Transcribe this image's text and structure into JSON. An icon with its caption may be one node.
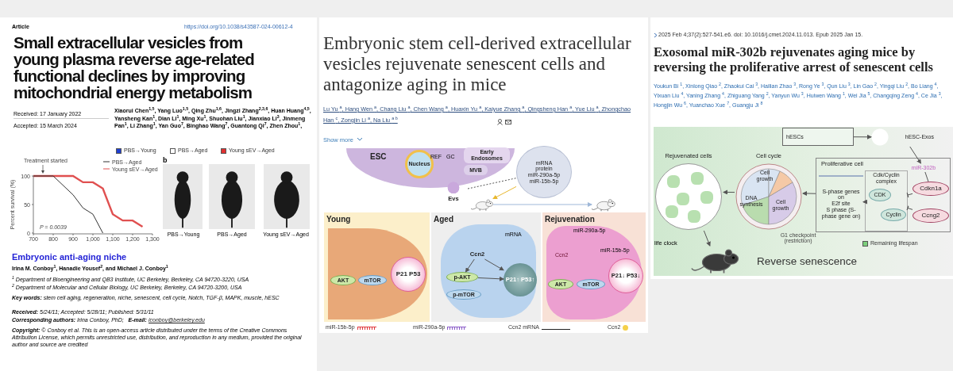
{
  "diagram": {
    "nodes": [
      {
        "text": [
          "ESC"
        ]
      },
      {
        "text": [
          "Nucleus"
        ],
        "in": 0
      },
      {
        "text": [
          "Early Endosomes"
        ],
        "in": 0
      },
      {
        "text": [
          "MVB"
        ],
        "in": 0
      },
      {
        "text": [
          "Evs"
        ]
      },
      {
        "text": [
          "mRNA",
          "protein",
          "miR-290a-5p",
          "miR-15b-5p"
        ]
      },
      {
        "text": [],
        "shape": "picture"
      },
      {
        "text": [],
        "shape": "picture"
      },
      {
        "text": [
          "Young"
        ]
      },
      {
        "text": [
          "AKT"
        ],
        "in": 8
      },
      {
        "text": [
          "mTOR"
        ],
        "in": 8
      },
      {
        "text": [
          "P21 P53"
        ],
        "in": 8
      },
      {
        "text": [
          "Aged"
        ]
      },
      {
        "text": [
          "Ccn2"
        ],
        "in": 12
      },
      {
        "text": [
          "p-AKT"
        ],
        "in": 12
      },
      {
        "text": [
          "p-mTOR"
        ],
        "in": 12
      },
      {
        "text": [
          "P21↑ P53↑"
        ],
        "in": 12
      },
      {
        "text": [
          "Rejuvenation"
        ]
      },
      {
        "text": [
          "AKT"
        ],
        "in": 17
      },
      {
        "text": [
          "mTOR"
        ],
        "in": 17
      },
      {
        "text": [
          "P21↓ P53↓"
        ],
        "in": 17
      },
      {
        "text": [
          "hESCs"
        ]
      },
      {
        "text": [
          "hESC-Exos"
        ]
      },
      {
        "text": [
          "Proliferative cell"
        ]
      },
      {
        "text": [
          "miR-302b"
        ],
        "in": 23
      },
      {
        "text": [
          "Cdk/Cyclin complex"
        ],
        "in": 23
      },
      {
        "text": [
          "CDK"
        ],
        "in": 25
      },
      {
        "text": [
          "Cyclin"
        ],
        "in": 25
      },
      {
        "text": [
          "Cdkn1a"
        ],
        "in": 23
      },
      {
        "text": [
          "Ccng2"
        ],
        "in": 23
      },
      {
        "text": [
          "S-phase genes",
          "on",
          "E2f site",
          "S phase (S-phase gene on)"
        ],
        "in": 23
      },
      {
        "text": [
          "Cell cycle"
        ]
      },
      {
        "text": [
          "Cell growth"
        ],
        "in": 31
      },
      {
        "text": [
          "DNA synthesis"
        ],
        "in": 31
      },
      {
        "text": [
          "Cell growth"
        ],
        "in": 31
      },
      {
        "text": [
          "Rejuvenated cells"
        ]
      },
      {
        "text": [],
        "shape": "picture"
      }
    ],
    "edges": [
      {
        "from": 4,
        "to": 5,
        "arrow": "none",
        "style": "dashed"
      },
      {
        "from": 5,
        "to": 6,
        "arrow": "to",
        "color": "#e8b830"
      },
      {
        "from": 6,
        "to": 7,
        "arrow": "to",
        "color": "#9fb8d8"
      },
      {
        "from": 13,
        "to": 14,
        "arrow": "to"
      },
      {
        "from": 13,
        "to": 16,
        "arrow": "to"
      },
      {
        "from": 14,
        "to": 16,
        "arrow": "to"
      },
      {
        "from": 21,
        "to": 22,
        "arrow": "to"
      },
      {
        "from": 22,
        "to": 24,
        "arrow": "to"
      },
      {
        "from": 24,
        "to": 28,
        "arrow": "none"
      },
      {
        "from": 28,
        "to": 25,
        "arrow": "other"
      },
      {
        "from": 29,
        "to": 25,
        "arrow": "other"
      },
      {
        "from": 25,
        "to": 30,
        "arrow": "to"
      },
      {
        "from": 23,
        "to": 31,
        "arrow": "to"
      },
      {
        "from": 31,
        "to": 35,
        "arrow": "to"
      },
      {
        "from": 35,
        "to": 36,
        "arrow": "to"
      }
    ],
    "labels": [
      "Article",
      "https://doi.org/10.1038/s43587-024-00612-4",
      "Small extracellular vesicles from young plasma reverse age-related functional declines by improving mitochondrial energy metabolism",
      "Received: 17 January 2022",
      "Accepted: 15 March 2024",
      "Xiaorui Chen$^{1,5}$, Yang Luo$^{1,5}$, Qing Zhu$^{1,6}$, Jingzi Zhang$^{2,3,6}$, Huan Huang$^{4,5}$, Yansheng Kan$^{1}$, Dian Li$^{1}$, Ming Xu$^{1}$, Shuohan Liu$^{1}$, Jianxiao Li$^{3}$, Jinmeng Pan$^{1}$, Li Zhang$^{1}$, Yan Guo$^{7}$, Binghao Wang$^{7}$, Guantong Qi$^{7}$, Zhen Zhou$^{1}$,",
      "b",
      "PBS→Young",
      "PBS→Aged",
      "Young sEV→Aged",
      "Embryonic anti-aging niche",
      "Irina M. Conboy$^{1}$, Hanadie Yousef$^{2}$, and Michael J. Conboy$^{1}$",
      "$^{1}$ Department of Bioengineering and QB3 Institute, UC Berkeley, Berkeley, CA 94720-3220, USA",
      "$^{2}$ Department of Molecular and Cellular Biology, UC Berkeley, Berkeley, CA 94720-3200, USA",
      "**Key words:** stem cell aging, regeneration, niche, senescent, cell cycle, Notch, TGF-β, MAPK, muscle, hESC",
      "**Received:** 5/24/11; Accepted: 5/28/11; Published: 5/31/11",
      "**Corresponding authors:** Irina Conboy, PhD;   **E-mail:**",
      "iconboy@berkeley.edu",
      "**Copyright:** © Conboy et al. This is an open-access article distributed under the terms of the Creative Commons Attribution License, which permits unrestricted use, distribution, and reproduction in any medium, provided the original author and source are credited",
      "Embryonic stem cell-derived extracellular vesicles rejuvenate senescent cells and antagonize aging in mice",
      "Lu Yu $^{a}$, Hang Wen $^{a}$, Chang Liu $^{a}$, Chen Wang $^{a}$, Huaxin Yu $^{a}$, Kaiyue Zhang $^{a}$, Qingsheng Han $^{a}$, Yue Liu $^{a}$, Zhongchao Han $^{c}$, Zongjin Li $^{a}$, Na Liu $^{a b}$",
      "Show more",
      "REF",
      "GC",
      "mRNA",
      "Ccn2",
      "miR-290a-5p",
      "miR-15b-5p",
      "2025 Feb 4;37(2):527-541.e6. doi: 10.1016/j.cmet.2024.11.013. Epub 2025 Jan 15.",
      "Exosomal miR-302b rejuvenates aging mice by reversing the proliferative arrest of senescent cells",
      "Youkun Bi $^{1}$, Xinlong Qiao $^{2}$, Zhaokui Cai $^{3}$, Hailian Zhao $^{3}$, Rong Ye $^{3}$, Qun Liu $^{3}$, Lin Gao $^{2}$, Yingqi Liu $^{2}$, Bo Liang $^{4}$, Yixuan Liu $^{4}$, Yaning Zhang $^{4}$, Zhiguang Yang $^{2}$, Yanyun Wu $^{3}$, Huiwen Wang $^{1}$, Wei Jia $^{5}$, Changqing Zeng $^{4}$, Ce Jia $^{3}$, Hongjin Wu $^{6}$, Yuanchao Xue $^{7}$, Guangju Ji $^{8}$",
      "G1 checkpoint (restriction)",
      "life clock",
      "Reverse senescence"
    ],
    "legend": [
      {
        "text": "PBS→Young",
        "color": "#1f3fd1"
      },
      {
        "text": "PBS→Aged",
        "color": "#ffffff"
      },
      {
        "text": "Young sEV→Aged",
        "color": "#e03030"
      },
      {
        "text": "miR-15b-5p",
        "color": "#e0393e"
      },
      {
        "text": "miR-290a-5p",
        "color": "#8a5cc8"
      },
      {
        "text": "Ccn2 mRNA",
        "color": "#222222"
      },
      {
        "text": "Ccn2",
        "color": "#f5d04a"
      },
      {
        "text": "Remaining lifespan",
        "color": "#7ccf7c"
      }
    ],
    "chart_data": {
      "type": "line",
      "ylabel": "Percent survival (%)",
      "legend": "top right",
      "x": [
        700,
        800,
        900,
        950,
        1000,
        1050,
        1100,
        1150,
        1200,
        1250
      ],
      "series": [
        {
          "name": "PBS→Aged",
          "color": "#333333",
          "values": [
            100,
            100,
            67,
            44,
            33,
            0,
            null,
            null,
            null,
            null
          ]
        },
        {
          "name": "Young sEV→Aged",
          "color": "#e05050",
          "values": [
            100,
            100,
            100,
            89,
            89,
            78,
            33,
            22,
            22,
            11
          ]
        }
      ],
      "xlim": [
        700,
        1300
      ],
      "ylim": [
        0,
        100
      ],
      "xticks": [
        700,
        800,
        900,
        {
          "value": 1000,
          "label": "1,000"
        },
        {
          "value": 1100,
          "label": "1,100"
        },
        {
          "value": 1200,
          "label": "1,200"
        },
        {
          "value": 1300,
          "label": "1,300"
        }
      ],
      "yticks": [
        0,
        50,
        100
      ],
      "annotations": [
        "Treatment started",
        "P = 0.0039"
      ]
    }
  }
}
